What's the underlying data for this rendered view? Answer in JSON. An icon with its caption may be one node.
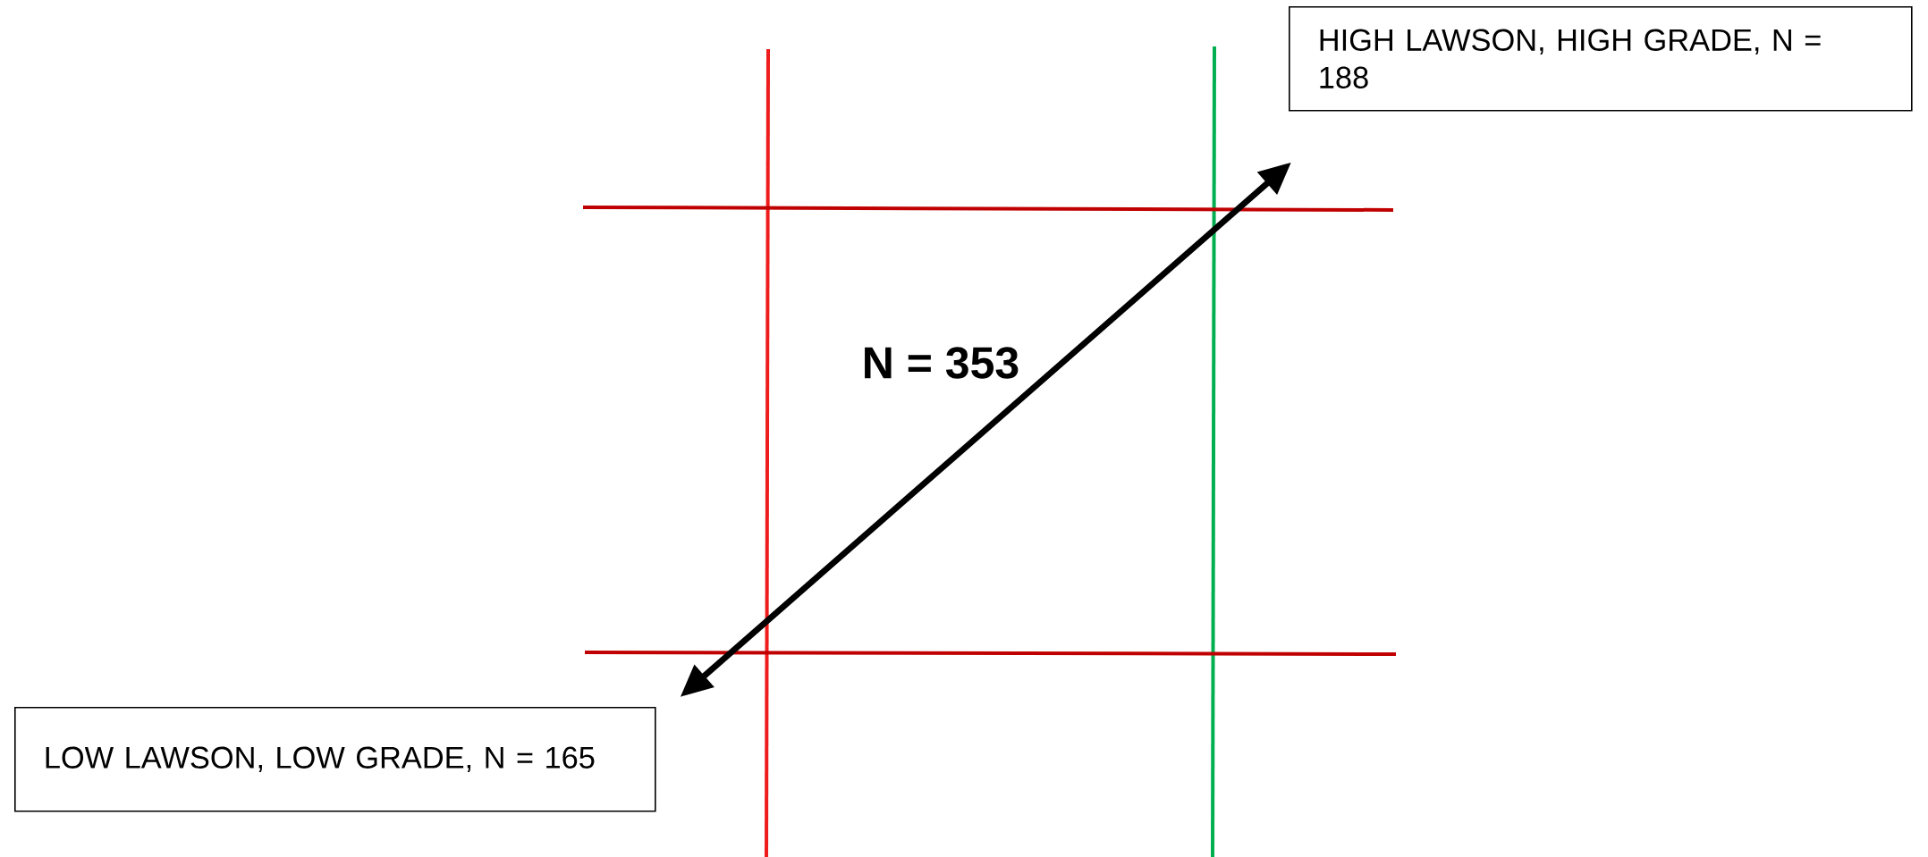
{
  "diagram": {
    "nodes": [
      {
        "text": [
          "HIGH LAWSON, HIGH GRADE, N = 188"
        ]
      },
      {
        "text": [
          "LOW LAWSON, LOW GRADE, N = 165"
        ]
      }
    ],
    "edges": [
      {
        "from": 1,
        "to": 0,
        "arrow": "both",
        "label": "N = 353"
      }
    ]
  }
}
